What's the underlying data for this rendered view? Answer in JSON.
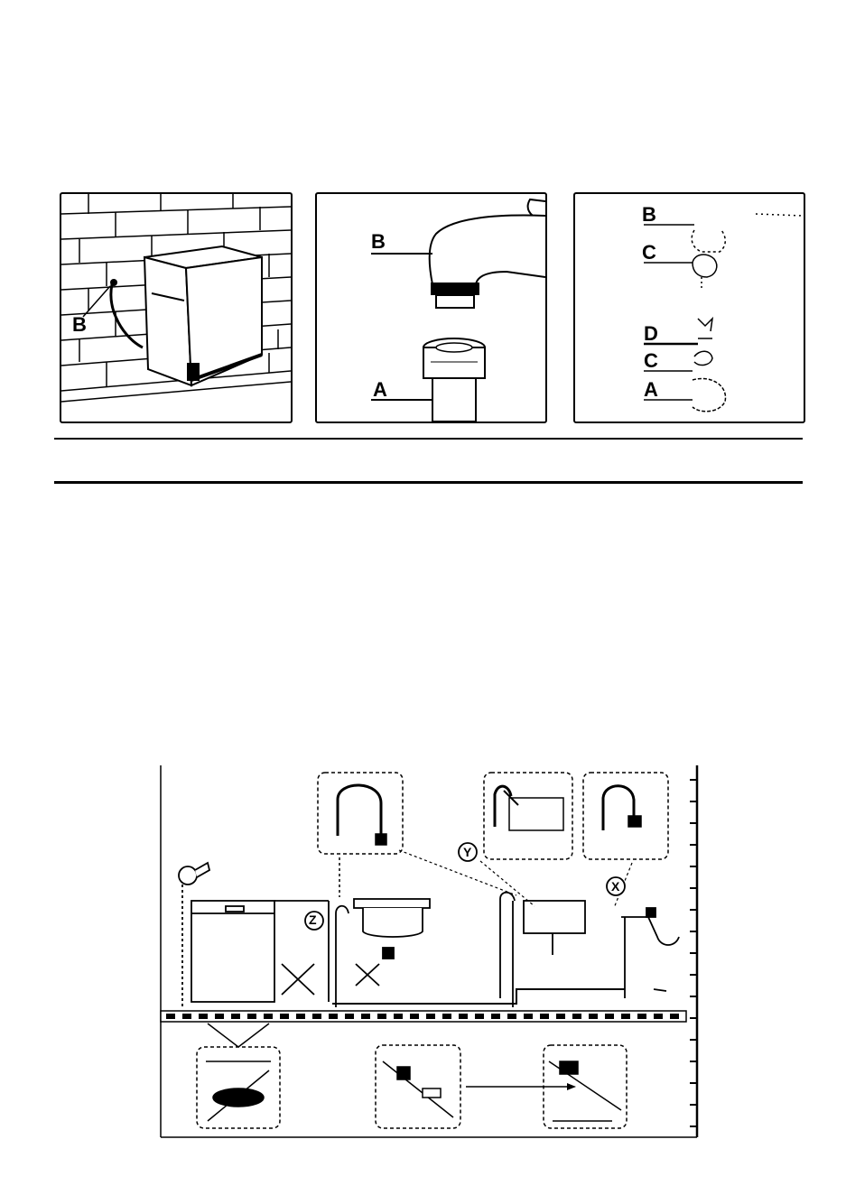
{
  "figure1": {
    "labels": {
      "b": "B"
    }
  },
  "figure2": {
    "labels": {
      "b": "B",
      "a": "A"
    }
  },
  "figure3": {
    "labels": {
      "b": "B",
      "c1": "C",
      "d": "D",
      "c2": "C",
      "a": "A"
    }
  },
  "install_diagram": {
    "markers": {
      "z": "Z",
      "y": "Y",
      "x": "X"
    }
  }
}
